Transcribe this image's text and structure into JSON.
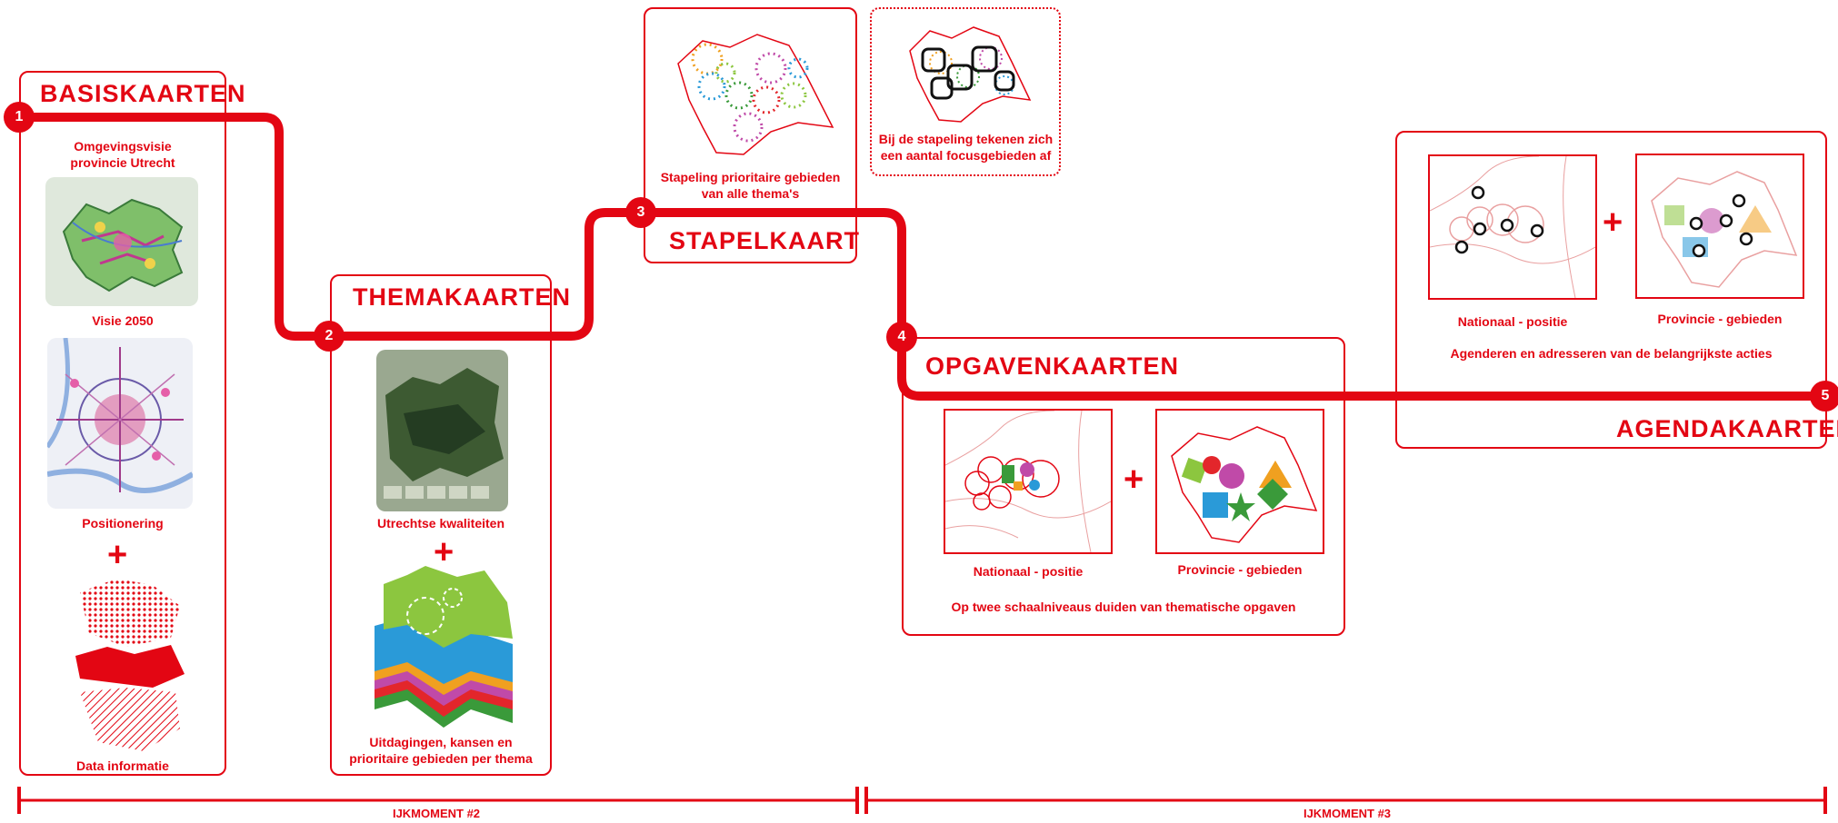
{
  "colors": {
    "accent": "#e30613"
  },
  "steps": [
    "1",
    "2",
    "3",
    "4",
    "5"
  ],
  "basiskaarten": {
    "title": "BASISKAARTEN",
    "cap_omgeving": "Omgevingsvisie\nprovincie Utrecht",
    "cap_visie": "Visie 2050",
    "cap_positie": "Positionering",
    "plus": "+",
    "cap_data": "Data informatie"
  },
  "themakaarten": {
    "title": "THEMAKAARTEN",
    "cap_kwaliteiten": "Utrechtse kwaliteiten",
    "plus": "+",
    "cap_uitdagingen": "Uitdagingen, kansen en\nprioritaire gebieden per thema"
  },
  "stapelkaart": {
    "title": "STAPELKAART",
    "cap_stapeling": "Stapeling prioritaire gebieden\nvan alle thema's",
    "cap_focus": "Bij de stapeling tekenen zich\neen aantal focusgebieden af"
  },
  "opgavenkaarten": {
    "title": "OPGAVENKAARTEN",
    "cap_nationaal": "Nationaal - positie",
    "plus": "+",
    "cap_provincie": "Provincie - gebieden",
    "cap_bottom": "Op twee schaalniveaus duiden van thematische opgaven"
  },
  "agendakaarten": {
    "title": "AGENDAKAARTEN",
    "cap_nationaal": "Nationaal - positie",
    "plus": "+",
    "cap_provincie": "Provincie - gebieden",
    "cap_bottom": "Agenderen en adresseren van de belangrijkste acties"
  },
  "timeline": {
    "ijkmoment_2": "IJKMOMENT #2",
    "ijkmoment_3": "IJKMOMENT #3"
  }
}
